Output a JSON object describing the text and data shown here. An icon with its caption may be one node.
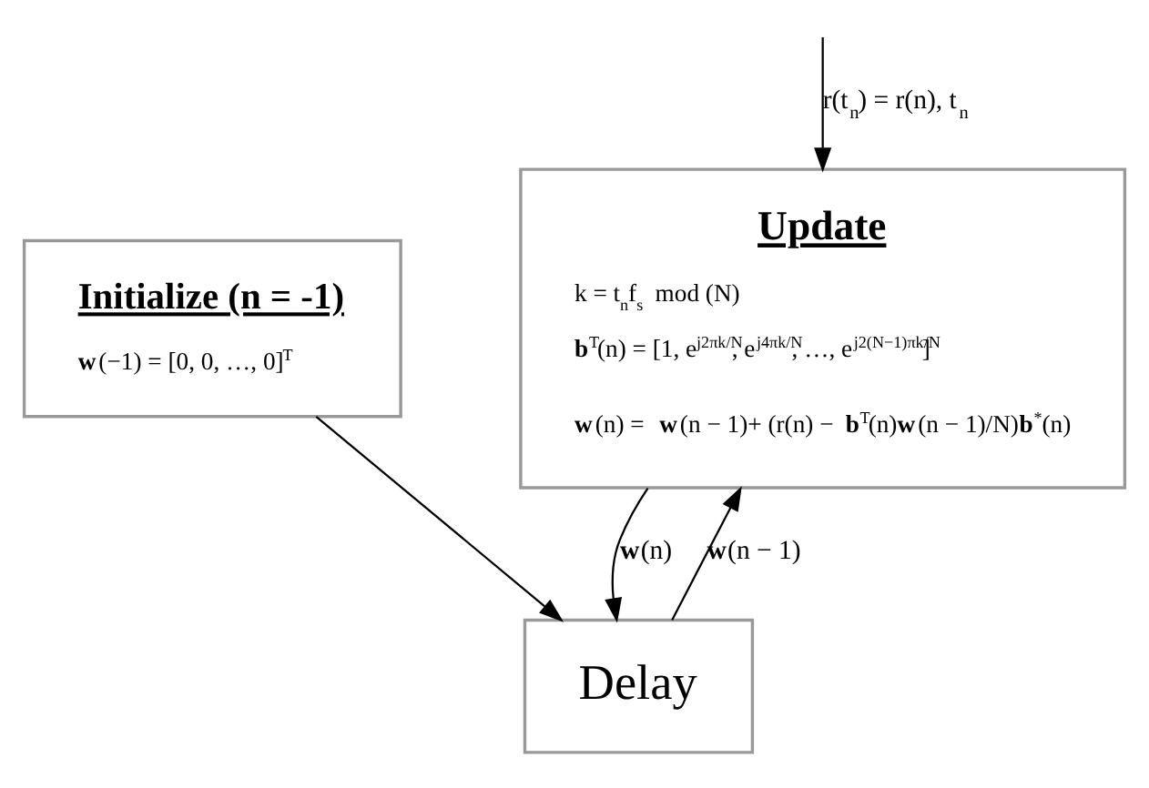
{
  "diagram": {
    "nodes": [
      {
        "text": [
          "Update",
          "k = t$_{n}$f$_{s}$  mod (N)",
          "**b**$^{T}$(n) = [1, e$^{j2πk/N}$, e$^{j4πk/N}$, …, e$^{j2(N−1)πk/N}$]",
          "**w**(n) = **w**(n − 1)+ (r(n) − **b**$^{T}$(n)**w**(n − 1)/N)**b**$^{*}$(n)"
        ]
      },
      {
        "text": [
          "Delay"
        ]
      },
      {
        "text": [
          "Initialize (n = -1)",
          "**w**(−1) = [0, 0, …, 0]$^{T}$"
        ]
      }
    ],
    "edges": [
      {
        "from": null,
        "to": 0,
        "arrow": "to",
        "label": "r(t$_{n}$) = r(n), t$_{n}$"
      },
      {
        "from": 0,
        "to": 1,
        "arrow": "to",
        "label": "**w**(n)"
      },
      {
        "from": 1,
        "to": 0,
        "arrow": "to",
        "label": "**w**(n − 1)"
      },
      {
        "from": 2,
        "to": 1,
        "arrow": "to"
      }
    ]
  }
}
